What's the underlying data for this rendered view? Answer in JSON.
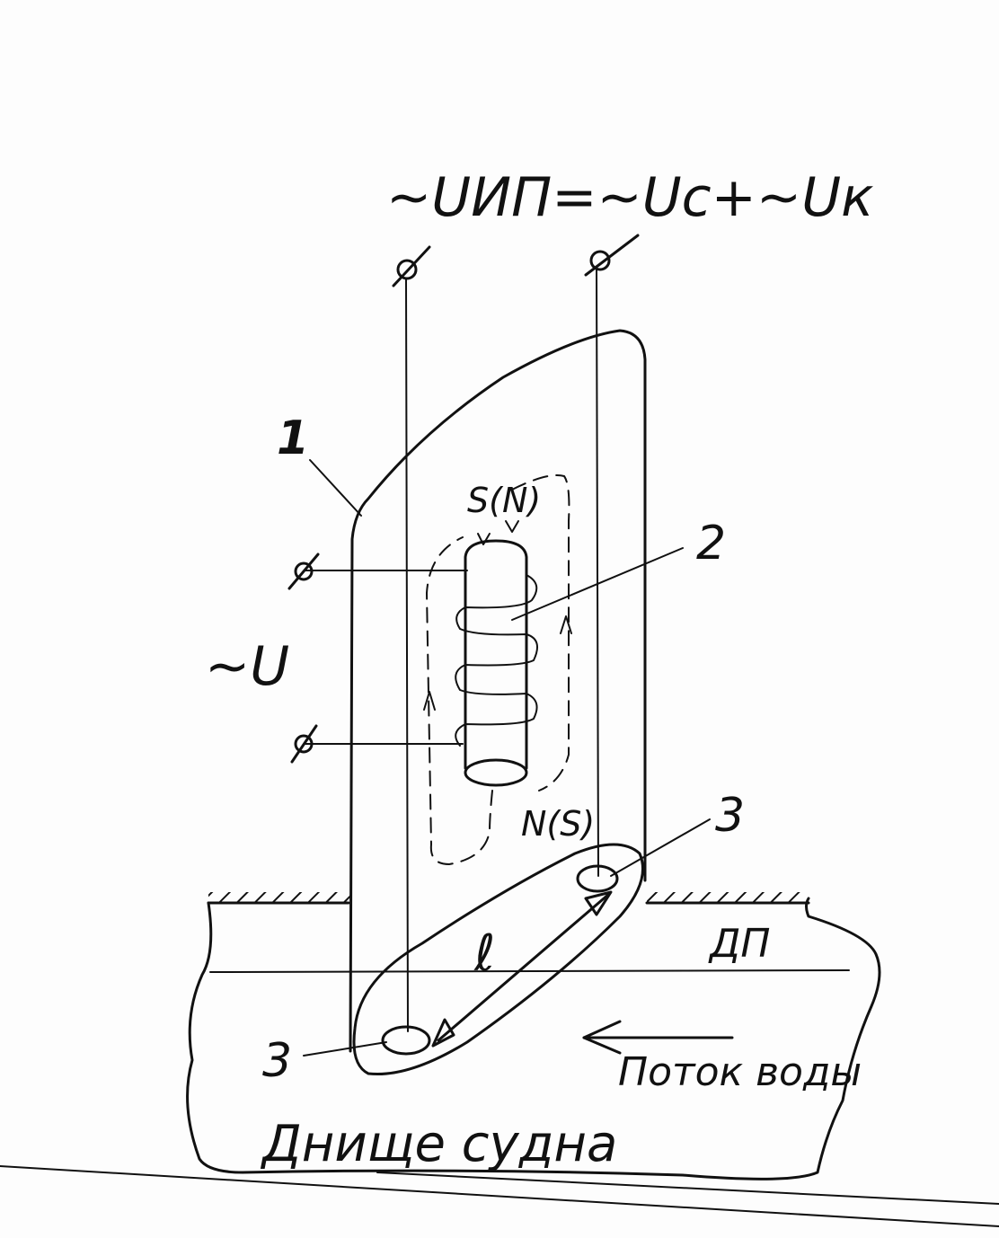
{
  "formula": "~UИП=~Uc+~Uк",
  "coil_voltage": "~U",
  "labels": {
    "sensor_body": "1",
    "coil_core": "2",
    "electrode": "3",
    "pole_top": "S(N)",
    "pole_bottom": "N(S)",
    "length": "ℓ",
    "centerline": "ДП",
    "water_flow": "Поток воды",
    "hull_bottom": "Днище судна"
  }
}
